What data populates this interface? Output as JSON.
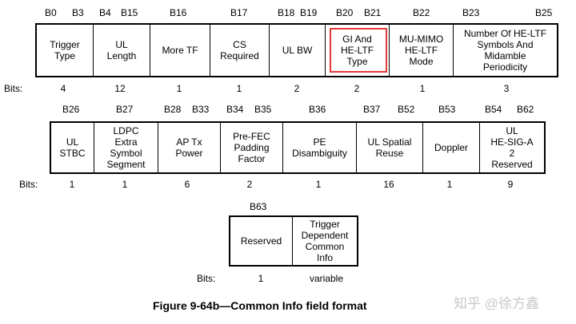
{
  "row1": {
    "bit_labels": [
      "B0",
      "B3",
      "B4",
      "B15",
      "B16",
      "B17",
      "B18",
      "B19",
      "B20",
      "B21",
      "B22",
      "B23",
      "B25"
    ],
    "fields": [
      "Trigger\nType",
      "UL\nLength",
      "More TF",
      "CS\nRequired",
      "UL BW",
      "GI And\nHE-LTF\nType",
      "MU-MIMO\nHE-LTF\nMode",
      "Number Of HE-LTF\nSymbols And\nMidamble\nPeriodicity"
    ],
    "bits_label": "Bits:",
    "bits": [
      "4",
      "12",
      "1",
      "1",
      "2",
      "2",
      "1",
      "3"
    ]
  },
  "row2": {
    "bit_labels": [
      "B26",
      "B27",
      "B28",
      "B33",
      "B34",
      "B35",
      "B36",
      "B37",
      "B52",
      "B53",
      "B54",
      "B62"
    ],
    "fields": [
      "UL\nSTBC",
      "LDPC\nExtra\nSymbol\nSegment",
      "AP Tx\nPower",
      "Pre-FEC\nPadding\nFactor",
      "PE\nDisambiguity",
      "UL Spatial\nReuse",
      "Doppler",
      "UL\nHE-SIG-A\n2\nReserved"
    ],
    "bits_label": "Bits:",
    "bits": [
      "1",
      "1",
      "6",
      "2",
      "1",
      "16",
      "1",
      "9"
    ]
  },
  "row3": {
    "bit_labels": [
      "B63"
    ],
    "fields": [
      "Reserved",
      "Trigger\nDependent\nCommon\nInfo"
    ],
    "bits_label": "Bits:",
    "bits": [
      "1",
      "variable"
    ]
  },
  "caption": "Figure 9-64b—Common Info field format",
  "watermark": "知乎 @徐方鑫",
  "highlight_color": "#e53935"
}
